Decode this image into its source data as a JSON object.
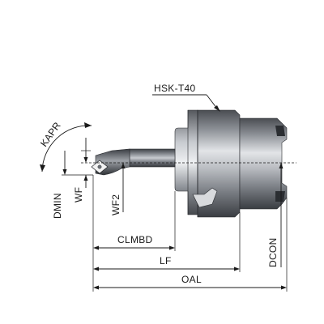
{
  "labels": {
    "interface": "HSK-T40",
    "kapr": "KAPR",
    "dmin": "DMIN",
    "wf": "WF",
    "wf2": "WF2",
    "clmbd": "CLMBD",
    "lf": "LF",
    "oal": "OAL",
    "dcon": "DCON"
  },
  "colors": {
    "line": "#1a1a1a",
    "steel_dark": "#3a3d42",
    "steel_mid": "#9ea2a8",
    "steel_light": "#e4e6e9",
    "insert_white": "#f2f2f2"
  }
}
